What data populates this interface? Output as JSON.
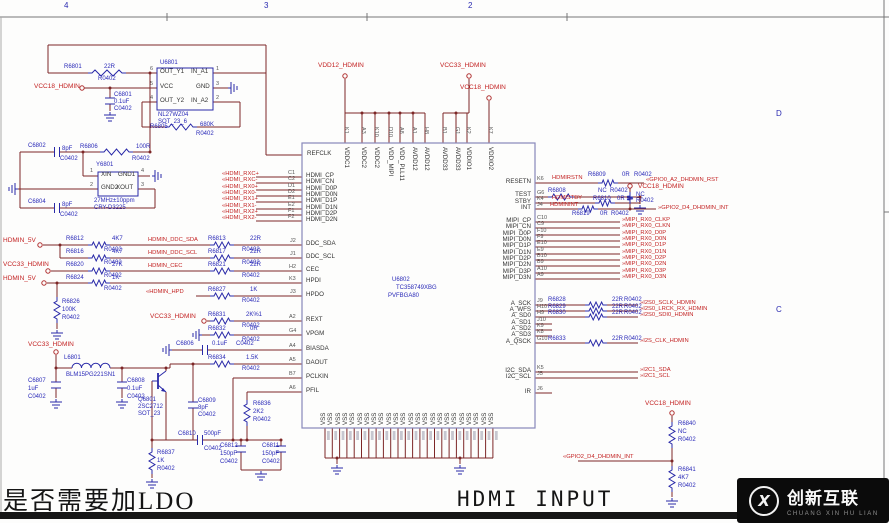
{
  "titles": {
    "cn": "是否需要加LDO",
    "en": "HDMI INPUT"
  },
  "watermark": {
    "brand": "创新互联",
    "sub": "CHUANG XIN HU LIAN",
    "icon_letter": "X"
  },
  "ic": {
    "vss_label": "VSS",
    "vss_count": 24
  },
  "colors": {
    "wire": "#7d2727",
    "symbol": "#2929a8",
    "net": "#c32323",
    "refdes": "#2a2ab8"
  },
  "texts": {
    "zones": [
      [
        "4",
        64,
        2
      ],
      [
        "3",
        264,
        2
      ],
      [
        "2",
        468,
        2
      ],
      [
        "D",
        776,
        110
      ],
      [
        "C",
        776,
        306
      ]
    ],
    "power_nets": [
      [
        "VCC18_HDMIN",
        34,
        84
      ],
      [
        "VDD12_HDMIN",
        318,
        63
      ],
      [
        "VCC33_HDMIN",
        440,
        63
      ],
      [
        "VCC18_HDMIN",
        460,
        85
      ],
      [
        "HDMIN_5V",
        3,
        238
      ],
      [
        "VCC33_HDMIN",
        3,
        262
      ],
      [
        "HDMIN_5V",
        3,
        276
      ],
      [
        "VCC33_HDMIN",
        150,
        314
      ],
      [
        "VCC33_HDMIN",
        28,
        342
      ],
      [
        "VCC18_HDMIN",
        638,
        184
      ],
      [
        "VCC18_HDMIN",
        645,
        401
      ]
    ],
    "signal_nets": [
      [
        "«HDMI_RXC+",
        222,
        172
      ],
      [
        "«HDMI_RXC-",
        222,
        178
      ],
      [
        "«HDMI_RX0+",
        222,
        185
      ],
      [
        "«HDMI_RX0-",
        222,
        191
      ],
      [
        "«HDMI_RX1+",
        222,
        197
      ],
      [
        "«HDMI_RX1-",
        222,
        204
      ],
      [
        "«HDMI_RX2+",
        222,
        210
      ],
      [
        "«HDMI_RX2-",
        222,
        216
      ],
      [
        "HDMIN_DDC_SDA",
        148,
        238
      ],
      [
        "HDMIN_DDC_SCL",
        148,
        251
      ],
      [
        "HDMIN_CEC",
        148,
        264
      ],
      [
        "«HDMIN_HPD",
        146,
        290
      ],
      [
        "HDMIRSTN",
        552,
        176
      ],
      [
        "«GPIO0_A2_DHDMIN_RST",
        646,
        178
      ],
      [
        "HDMISTBY",
        552,
        196
      ],
      [
        "HDMININT",
        550,
        203
      ],
      [
        "»GPIO2_D4_DHDMIN_INT",
        658,
        206
      ],
      [
        "»MIPI_RX0_CLKP",
        622,
        218
      ],
      [
        "»MIPI_RX0_CLKN",
        622,
        224
      ],
      [
        "»MIPI_RX0_D0P",
        622,
        231
      ],
      [
        "»MIPI_RX0_D0N",
        622,
        237
      ],
      [
        "»MIPI_RX0_D1P",
        622,
        243
      ],
      [
        "»MIPI_RX0_D1N",
        622,
        250
      ],
      [
        "»MIPI_RX0_D2P",
        622,
        256
      ],
      [
        "»MIPI_RX0_D2N",
        622,
        262
      ],
      [
        "»MIPI_RX0_D3P",
        622,
        269
      ],
      [
        "»MIPI_RX0_D3N",
        622,
        275
      ],
      [
        "»I2S0_SCLK_HDMIN",
        640,
        301
      ],
      [
        "»I2S0_LRCK_RX_HDMIN",
        640,
        307
      ],
      [
        "»I2S0_SDI0_HDMIN",
        640,
        313
      ],
      [
        "»I2S_CLK_HDMIN",
        640,
        339
      ],
      [
        "»I2C1_SDA",
        640,
        368
      ],
      [
        "»I2C1_SCL",
        640,
        374
      ],
      [
        "«GPIO2_D4_DHDMIN_INT",
        563,
        455
      ]
    ],
    "refdes": [
      [
        "U6801",
        160,
        60
      ],
      [
        "NL27WZ04",
        158,
        112
      ],
      [
        "SOT_23_6",
        158,
        119
      ],
      [
        "R6801",
        64,
        64
      ],
      [
        "22R",
        104,
        64
      ],
      [
        "R0402",
        98,
        76
      ],
      [
        "C6801",
        114,
        92
      ],
      [
        "0.1uF",
        114,
        99
      ],
      [
        "C0402",
        114,
        106
      ],
      [
        "R6805",
        150,
        124
      ],
      [
        "680K",
        200,
        122
      ],
      [
        "R0402",
        196,
        131
      ],
      [
        "R6806",
        80,
        144
      ],
      [
        "100R",
        136,
        144
      ],
      [
        "R0402",
        132,
        156
      ],
      [
        "Y6801",
        96,
        162
      ],
      [
        "27MHz±10ppm",
        94,
        198
      ],
      [
        "CRY-D3225",
        94,
        205
      ],
      [
        "C6802",
        28,
        143
      ],
      [
        "8pF",
        62,
        146
      ],
      [
        "C0402",
        60,
        156
      ],
      [
        "C6804",
        28,
        199
      ],
      [
        "8pF",
        62,
        202
      ],
      [
        "C0402",
        60,
        212
      ],
      [
        "R6812",
        66,
        236
      ],
      [
        "4K7",
        112,
        236
      ],
      [
        "R0402",
        104,
        247
      ],
      [
        "R6813",
        208,
        236
      ],
      [
        "22R",
        250,
        236
      ],
      [
        "R0402",
        242,
        247
      ],
      [
        "R6816",
        66,
        249
      ],
      [
        "4K7",
        112,
        249
      ],
      [
        "R0402",
        104,
        260
      ],
      [
        "R6817",
        208,
        249
      ],
      [
        "22R",
        250,
        249
      ],
      [
        "R0402",
        242,
        260
      ],
      [
        "R6820",
        66,
        262
      ],
      [
        "27K",
        112,
        262
      ],
      [
        "R0402",
        104,
        273
      ],
      [
        "R6821",
        208,
        262
      ],
      [
        "22R",
        250,
        262
      ],
      [
        "R0402",
        242,
        273
      ],
      [
        "R6824",
        66,
        275
      ],
      [
        "1K",
        112,
        275
      ],
      [
        "R0402",
        104,
        286
      ],
      [
        "R6826",
        62,
        299
      ],
      [
        "100K",
        62,
        307
      ],
      [
        "R0402",
        62,
        315
      ],
      [
        "R6827",
        208,
        287
      ],
      [
        "1K",
        250,
        287
      ],
      [
        "R0402",
        242,
        298
      ],
      [
        "R6831",
        208,
        312
      ],
      [
        "2K%1",
        246,
        312
      ],
      [
        "R0402",
        242,
        323
      ],
      [
        "R6832",
        208,
        326
      ],
      [
        "0R",
        250,
        326
      ],
      [
        "R0402",
        242,
        337
      ],
      [
        "C6806",
        176,
        341
      ],
      [
        "0.1uF",
        212,
        341
      ],
      [
        "C0402",
        236,
        341
      ],
      [
        "R6834",
        208,
        355
      ],
      [
        "1.5K",
        246,
        355
      ],
      [
        "R0402",
        242,
        366
      ],
      [
        "R6836",
        253,
        401
      ],
      [
        "2K2",
        253,
        409
      ],
      [
        "R0402",
        253,
        417
      ],
      [
        "L6801",
        64,
        355
      ],
      [
        "BLM15PG221SN1",
        66,
        372
      ],
      [
        "C6807",
        28,
        378
      ],
      [
        "1uF",
        28,
        386
      ],
      [
        "C0402",
        28,
        394
      ],
      [
        "C6808",
        127,
        378
      ],
      [
        "0.1uF",
        127,
        386
      ],
      [
        "C0402",
        127,
        394
      ],
      [
        "Q6801",
        138,
        397
      ],
      [
        "2SC2712",
        138,
        404
      ],
      [
        "SOT_23",
        138,
        411
      ],
      [
        "C6809",
        198,
        398
      ],
      [
        "8pF",
        198,
        405
      ],
      [
        "C0402",
        198,
        412
      ],
      [
        "C6810",
        178,
        431
      ],
      [
        "500pF",
        204,
        431
      ],
      [
        "C0402",
        204,
        446
      ],
      [
        "C6812",
        220,
        443
      ],
      [
        "150pF",
        220,
        451
      ],
      [
        "C0402",
        220,
        459
      ],
      [
        "C6811",
        262,
        443
      ],
      [
        "150pF",
        262,
        451
      ],
      [
        "C0402",
        262,
        459
      ],
      [
        "R6837",
        157,
        450
      ],
      [
        "1K",
        157,
        458
      ],
      [
        "R0402",
        157,
        466
      ],
      [
        "U6802",
        392,
        277
      ],
      [
        "TC358749XBG",
        396,
        285
      ],
      [
        "PVFBGA80",
        388,
        293
      ],
      [
        "R6809",
        588,
        172
      ],
      [
        "0R",
        622,
        172
      ],
      [
        "R0402",
        634,
        172
      ],
      [
        "R6808",
        548,
        188
      ],
      [
        "NC",
        598,
        188
      ],
      [
        "R0402",
        610,
        188
      ],
      [
        "R6810",
        593,
        196
      ],
      [
        "0R",
        617,
        196
      ],
      [
        "R6819",
        572,
        211
      ],
      [
        "0R",
        600,
        211
      ],
      [
        "R0402",
        611,
        211
      ],
      [
        "NC",
        636,
        192
      ],
      [
        "R0402",
        636,
        198
      ],
      [
        "R6828",
        548,
        297
      ],
      [
        "22R",
        612,
        297
      ],
      [
        "R0402",
        624,
        297
      ],
      [
        "R6829",
        548,
        304
      ],
      [
        "22R",
        612,
        304
      ],
      [
        "R0402",
        624,
        304
      ],
      [
        "R6830",
        548,
        310
      ],
      [
        "22R",
        612,
        310
      ],
      [
        "R0402",
        624,
        310
      ],
      [
        "R6833",
        548,
        336
      ],
      [
        "22R",
        612,
        336
      ],
      [
        "R0402",
        624,
        336
      ],
      [
        "R6840",
        678,
        421
      ],
      [
        "NC",
        678,
        429
      ],
      [
        "R0402",
        678,
        437
      ],
      [
        "R6841",
        678,
        467
      ],
      [
        "4K7",
        678,
        475
      ],
      [
        "R0402",
        678,
        483
      ]
    ],
    "ic_pins_left": [
      [
        "REFCLK",
        307,
        151
      ],
      [
        "HDMI_CP",
        306,
        173
      ],
      [
        "HDMI_CN",
        306,
        179
      ],
      [
        "HDMI_D0P",
        306,
        186
      ],
      [
        "HDMI_D0N",
        306,
        192
      ],
      [
        "HDMI_D1P",
        306,
        198
      ],
      [
        "HDMI_D1N",
        306,
        205
      ],
      [
        "HDMI_D2P",
        306,
        211
      ],
      [
        "HDMI_D2N",
        306,
        217
      ],
      [
        "DDC_SDA",
        306,
        241
      ],
      [
        "DDC_SCL",
        306,
        254
      ],
      [
        "CEC",
        306,
        267
      ],
      [
        "HPDI",
        306,
        278
      ],
      [
        "HPDO",
        306,
        292
      ],
      [
        "REXT",
        306,
        317
      ],
      [
        "VPGM",
        306,
        331
      ],
      [
        "BIASDA",
        306,
        346
      ],
      [
        "DAOUT",
        306,
        360
      ],
      [
        "PCLKIN",
        306,
        374
      ],
      [
        "PFIL",
        306,
        388
      ]
    ],
    "ic_pins_right": [
      [
        "RESETN",
        531,
        179
      ],
      [
        "TEST",
        531,
        192
      ],
      [
        "STBY",
        531,
        199
      ],
      [
        "INT",
        531,
        205
      ],
      [
        "MIPI_CP",
        531,
        218
      ],
      [
        "MIPI_CN",
        531,
        224
      ],
      [
        "MIPI_D0P",
        531,
        231
      ],
      [
        "MIPI_D0N",
        531,
        237
      ],
      [
        "MIPI_D1P",
        531,
        243
      ],
      [
        "MIPI_D1N",
        531,
        250
      ],
      [
        "MIPI_D2P",
        531,
        256
      ],
      [
        "MIPI_D2N",
        531,
        262
      ],
      [
        "MIPI_D3P",
        531,
        269
      ],
      [
        "MIPI_D3N",
        531,
        275
      ],
      [
        "A_SCK",
        531,
        301
      ],
      [
        "A_WFS",
        531,
        307
      ],
      [
        "A_SD0",
        531,
        313
      ],
      [
        "A_SD1",
        531,
        320
      ],
      [
        "A_SD2",
        531,
        326
      ],
      [
        "A_SD3",
        531,
        332
      ],
      [
        "A_QSCK",
        531,
        339
      ],
      [
        "I2C_SDA",
        531,
        368
      ],
      [
        "I2C_SCL",
        531,
        374
      ],
      [
        "IR",
        531,
        389
      ]
    ],
    "ic_pins_top": [
      [
        "VDDC1",
        349,
        147
      ],
      [
        "VDDC2",
        366,
        147
      ],
      [
        "VDDC2",
        379,
        147
      ],
      [
        "VDD_MIPI",
        393,
        147
      ],
      [
        "VDD_PLL11",
        404,
        147
      ],
      [
        "AVDD12",
        417,
        147
      ],
      [
        "AVDD12",
        429,
        147
      ],
      [
        "AVDD33",
        447,
        147
      ],
      [
        "AVDD33",
        460,
        147
      ],
      [
        "VDDIO1",
        471,
        147
      ],
      [
        "VDDIO2",
        493,
        147
      ]
    ],
    "top_designators": [
      [
        "K1",
        348,
        127
      ],
      [
        "A3",
        365,
        127
      ],
      [
        "K10",
        378,
        127
      ],
      [
        "D10",
        392,
        127
      ],
      [
        "A8",
        403,
        127
      ],
      [
        "A1",
        416,
        127
      ],
      [
        "H8",
        428,
        127
      ],
      [
        "B1",
        446,
        127
      ],
      [
        "G1",
        459,
        127
      ],
      [
        "K2",
        470,
        127
      ],
      [
        "K7",
        492,
        127
      ]
    ],
    "pin_designators": [
      [
        "6",
        150,
        67
      ],
      [
        "5",
        150,
        82
      ],
      [
        "4",
        150,
        96
      ],
      [
        "1",
        216,
        67
      ],
      [
        "3",
        216,
        82
      ],
      [
        "2",
        216,
        96
      ],
      [
        "1",
        90,
        169
      ],
      [
        "4",
        141,
        169
      ],
      [
        "2",
        90,
        183
      ],
      [
        "3",
        141,
        183
      ],
      [
        "C1",
        288,
        171
      ],
      [
        "C2",
        288,
        177
      ],
      [
        "D1",
        288,
        184
      ],
      [
        "D2",
        288,
        190
      ],
      [
        "E1",
        288,
        196
      ],
      [
        "E2",
        288,
        203
      ],
      [
        "F1",
        288,
        209
      ],
      [
        "F2",
        288,
        215
      ],
      [
        "J2",
        290,
        239
      ],
      [
        "J1",
        290,
        252
      ],
      [
        "H2",
        289,
        265
      ],
      [
        "K3",
        289,
        277
      ],
      [
        "J3",
        290,
        290
      ],
      [
        "A2",
        289,
        315
      ],
      [
        "G4",
        289,
        329
      ],
      [
        "A4",
        289,
        344
      ],
      [
        "A5",
        289,
        358
      ],
      [
        "B7",
        289,
        372
      ],
      [
        "A6",
        289,
        386
      ],
      [
        "K6",
        537,
        177
      ],
      [
        "G6",
        537,
        191
      ],
      [
        "K4",
        537,
        197
      ],
      [
        "J4",
        537,
        203
      ],
      [
        "C10",
        537,
        216
      ],
      [
        "C9",
        537,
        222
      ],
      [
        "F10",
        537,
        229
      ],
      [
        "F9",
        537,
        235
      ],
      [
        "E10",
        537,
        241
      ],
      [
        "E9",
        537,
        248
      ],
      [
        "B10",
        537,
        254
      ],
      [
        "B9",
        537,
        260
      ],
      [
        "A10",
        537,
        267
      ],
      [
        "A9",
        537,
        273
      ],
      [
        "J9",
        537,
        299
      ],
      [
        "H10",
        537,
        305
      ],
      [
        "H9",
        537,
        311
      ],
      [
        "J10",
        537,
        318
      ],
      [
        "K9",
        537,
        324
      ],
      [
        "K8",
        537,
        330
      ],
      [
        "G10",
        537,
        337
      ],
      [
        "K5",
        537,
        366
      ],
      [
        "J5",
        537,
        372
      ],
      [
        "J6",
        537,
        387
      ]
    ],
    "symbol_pins": [
      [
        "OUT_Y1",
        160,
        69
      ],
      [
        "VCC",
        160,
        84
      ],
      [
        "OUT_Y2",
        160,
        98
      ],
      [
        "IN_A1",
        191,
        69
      ],
      [
        "GND",
        196,
        84
      ],
      [
        "IN_A2",
        191,
        98
      ],
      [
        "XIN",
        101,
        172
      ],
      [
        "GND1",
        118,
        172
      ],
      [
        "GND2",
        101,
        185
      ],
      [
        "XOUT",
        116,
        185
      ]
    ]
  }
}
